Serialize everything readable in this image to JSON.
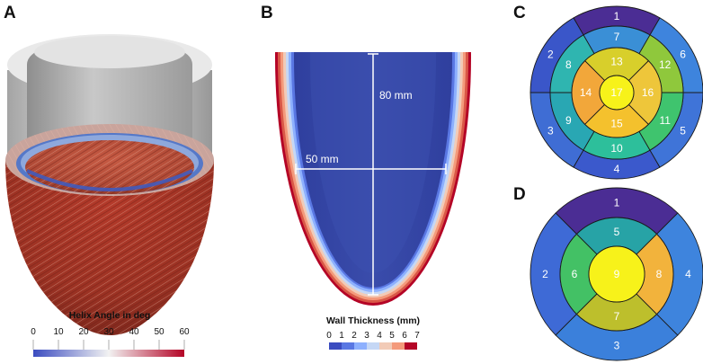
{
  "panels": {
    "a": {
      "letter": "A",
      "colorbar": {
        "title": "Helix Angle in deg",
        "ticks": [
          "0",
          "10",
          "20",
          "30",
          "40",
          "50",
          "60"
        ],
        "colors": [
          "#3b4cc0",
          "#f2f2f2",
          "#b40426"
        ]
      }
    },
    "b": {
      "letter": "B",
      "height_label": "80 mm",
      "width_label": "50 mm",
      "colorbar": {
        "title": "Wall Thickness (mm)",
        "ticks": [
          "0",
          "1",
          "2",
          "3",
          "4",
          "5",
          "6",
          "7"
        ],
        "colors": [
          "#3b4cc0",
          "#5977e3",
          "#8db0fe",
          "#c5d7f5",
          "#f2cbb7",
          "#f49a7b",
          "#d95847",
          "#b40426"
        ]
      }
    },
    "c": {
      "letter": "C",
      "segments": {
        "s1": "1",
        "s2": "2",
        "s3": "3",
        "s4": "4",
        "s5": "5",
        "s6": "6",
        "s7": "7",
        "s8": "8",
        "s9": "9",
        "s10": "10",
        "s11": "11",
        "s12": "12",
        "s13": "13",
        "s14": "14",
        "s15": "15",
        "s16": "16",
        "s17": "17"
      }
    },
    "d": {
      "letter": "D",
      "segments": {
        "s1": "1",
        "s2": "2",
        "s3": "3",
        "s4": "4",
        "s5": "5",
        "s6": "6",
        "s7": "7",
        "s8": "8",
        "s9": "9"
      }
    }
  }
}
